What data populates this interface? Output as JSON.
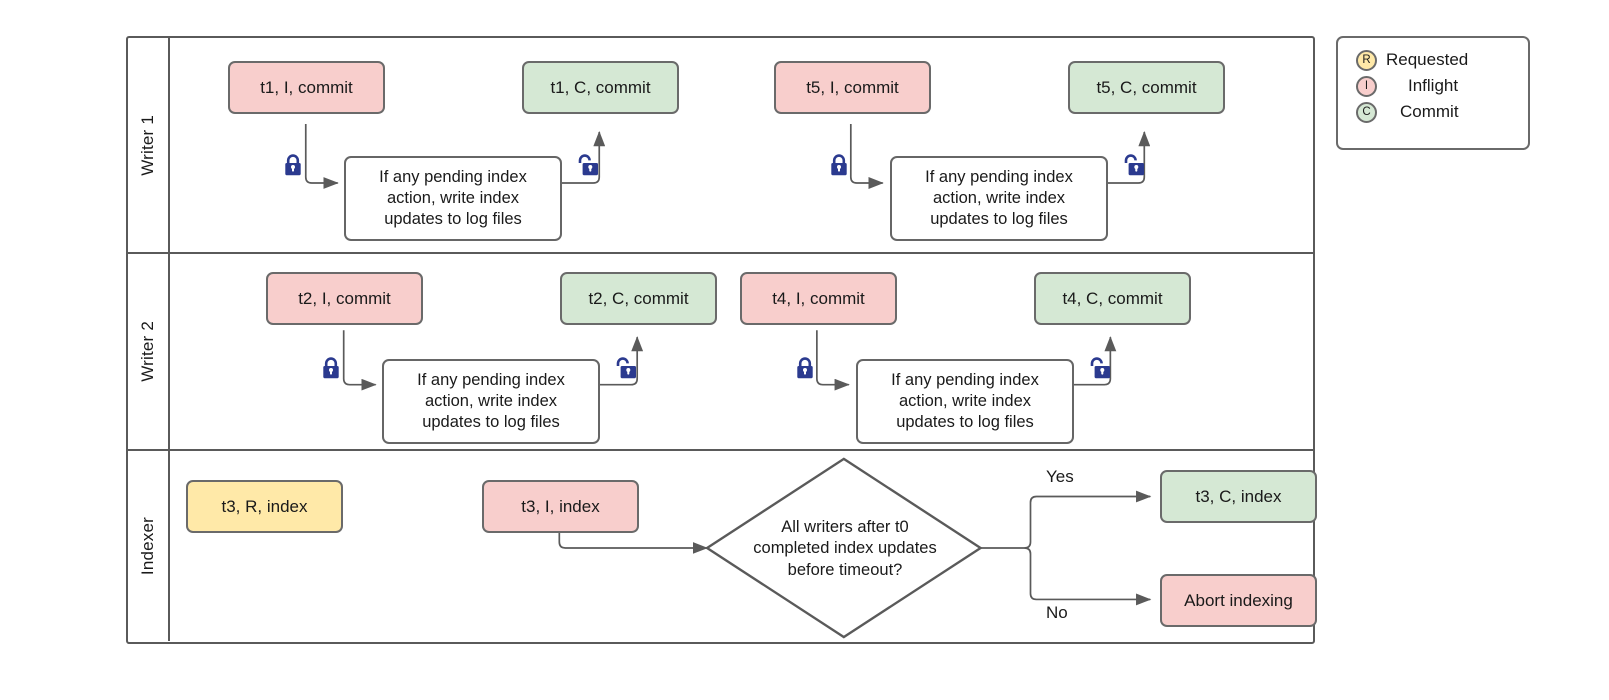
{
  "diagram": {
    "title": "Writer / Indexer transaction swimlane flowchart",
    "colors": {
      "inflight": "#F8CECC",
      "commit": "#D5E8D4",
      "requested": "#FFE9A8",
      "border": "#6a6a6a",
      "lane_border": "#5a5a5a",
      "lock": "#2B3A8F",
      "connector": "#5a5a5a"
    }
  },
  "lanes": [
    {
      "name": "writer-1",
      "label": "Writer 1",
      "nodes": [
        {
          "id": "w1-t1-i",
          "label": "t1, I, commit",
          "state": "inflight"
        },
        {
          "id": "w1-proc-1",
          "label": "If any pending index action, write index updates to log files",
          "state": "process"
        },
        {
          "id": "w1-t1-c",
          "label": "t1, C, commit",
          "state": "commit"
        },
        {
          "id": "w1-t5-i",
          "label": "t5, I, commit",
          "state": "inflight"
        },
        {
          "id": "w1-proc-2",
          "label": "If any pending index action, write index updates to log files",
          "state": "process"
        },
        {
          "id": "w1-t5-c",
          "label": "t5, C, commit",
          "state": "commit"
        }
      ],
      "locks": [
        {
          "id": "w1-lock-1",
          "kind": "locked"
        },
        {
          "id": "w1-unlock-1",
          "kind": "unlocked"
        },
        {
          "id": "w1-lock-2",
          "kind": "locked"
        },
        {
          "id": "w1-unlock-2",
          "kind": "unlocked"
        }
      ]
    },
    {
      "name": "writer-2",
      "label": "Writer 2",
      "nodes": [
        {
          "id": "w2-t2-i",
          "label": "t2, I, commit",
          "state": "inflight"
        },
        {
          "id": "w2-proc-1",
          "label": "If any pending index action, write index updates to log files",
          "state": "process"
        },
        {
          "id": "w2-t2-c",
          "label": "t2, C, commit",
          "state": "commit"
        },
        {
          "id": "w2-t4-i",
          "label": "t4, I, commit",
          "state": "inflight"
        },
        {
          "id": "w2-proc-2",
          "label": "If any pending index action, write index updates to log files",
          "state": "process"
        },
        {
          "id": "w2-t4-c",
          "label": "t4, C, commit",
          "state": "commit"
        }
      ],
      "locks": [
        {
          "id": "w2-lock-1",
          "kind": "locked"
        },
        {
          "id": "w2-unlock-1",
          "kind": "unlocked"
        },
        {
          "id": "w2-lock-2",
          "kind": "locked"
        },
        {
          "id": "w2-unlock-2",
          "kind": "unlocked"
        }
      ]
    },
    {
      "name": "indexer",
      "label": "Indexer",
      "nodes": [
        {
          "id": "ix-t3-r",
          "label": "t3, R, index",
          "state": "requested"
        },
        {
          "id": "ix-t3-i",
          "label": "t3, I, index",
          "state": "inflight"
        },
        {
          "id": "ix-decision",
          "label": "All writers after t0 completed index updates before timeout?",
          "state": "decision"
        },
        {
          "id": "ix-t3-c",
          "label": "t3, C, index",
          "state": "commit"
        },
        {
          "id": "ix-abort",
          "label": "Abort indexing",
          "state": "inflight"
        }
      ],
      "edge_labels": [
        {
          "id": "branch-yes",
          "label": "Yes"
        },
        {
          "id": "branch-no",
          "label": "No"
        }
      ]
    }
  ],
  "legend": {
    "items": [
      {
        "code": "R",
        "label": "Requested",
        "color": "#FFE9A8"
      },
      {
        "code": "I",
        "label": "Inflight",
        "color": "#F8CECC"
      },
      {
        "code": "C",
        "label": "Commit",
        "color": "#D5E8D4"
      }
    ]
  },
  "proc_text_lines": {
    "l1": "If any pending index",
    "l2": "action, write index",
    "l3": "updates to log files"
  },
  "decision_text_lines": {
    "l1": "All writers after t0",
    "l2": "completed index updates",
    "l3": "before timeout?"
  }
}
